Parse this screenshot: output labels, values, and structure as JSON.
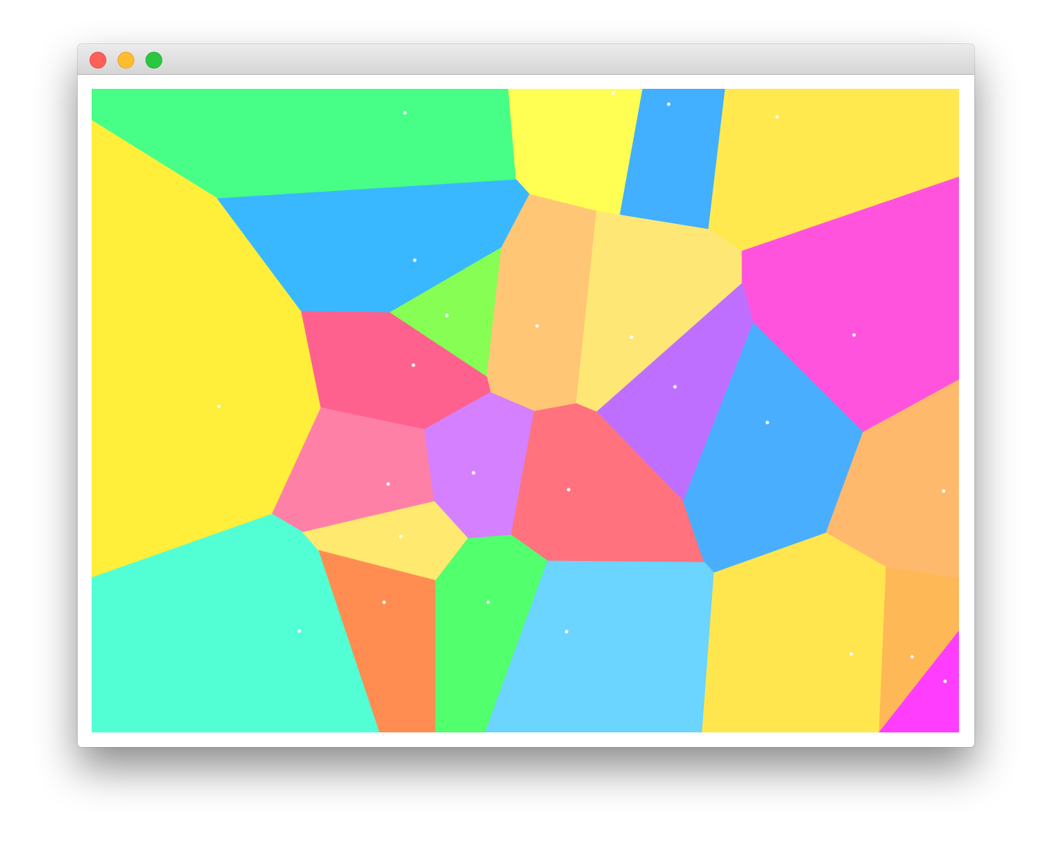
{
  "window": {
    "title": "",
    "controls": {
      "close_color": "#fe5f57",
      "minimize_color": "#febc2e",
      "zoom_color": "#29c840"
    }
  },
  "diagram": {
    "type": "voronoi",
    "site_dot_color": "#ffffff",
    "cells": [
      {
        "name": "cell-green-top",
        "color": "#47fe87"
      },
      {
        "name": "cell-yellow-top",
        "color": "#fffe53"
      },
      {
        "name": "cell-blue-top",
        "color": "#42afff"
      },
      {
        "name": "cell-yellow-top-right",
        "color": "#ffe94f"
      },
      {
        "name": "cell-yellow-left",
        "color": "#ffee3a"
      },
      {
        "name": "cell-sky-blue",
        "color": "#39b8ff"
      },
      {
        "name": "cell-lime",
        "color": "#86fe53"
      },
      {
        "name": "cell-peach",
        "color": "#ffc675"
      },
      {
        "name": "cell-light-yellow",
        "color": "#ffe776"
      },
      {
        "name": "cell-magenta-right",
        "color": "#ff53dd"
      },
      {
        "name": "cell-purple",
        "color": "#bf6fff"
      },
      {
        "name": "cell-rose",
        "color": "#ff618f"
      },
      {
        "name": "cell-pink",
        "color": "#ff80a6"
      },
      {
        "name": "cell-violet",
        "color": "#d580ff"
      },
      {
        "name": "cell-coral",
        "color": "#ff727e"
      },
      {
        "name": "cell-blue-right",
        "color": "#4aaeff"
      },
      {
        "name": "cell-orange-right",
        "color": "#ffb96d"
      },
      {
        "name": "cell-aqua",
        "color": "#52ffd5"
      },
      {
        "name": "cell-pale-yellow",
        "color": "#ffe96f"
      },
      {
        "name": "cell-orange",
        "color": "#ff8d52"
      },
      {
        "name": "cell-green-bottom",
        "color": "#52ff6d"
      },
      {
        "name": "cell-light-blue",
        "color": "#6bd4ff"
      },
      {
        "name": "cell-yellow-bottom",
        "color": "#ffe64f"
      },
      {
        "name": "cell-amber",
        "color": "#ffb856"
      },
      {
        "name": "cell-magenta-corner",
        "color": "#ff3dff"
      }
    ]
  }
}
